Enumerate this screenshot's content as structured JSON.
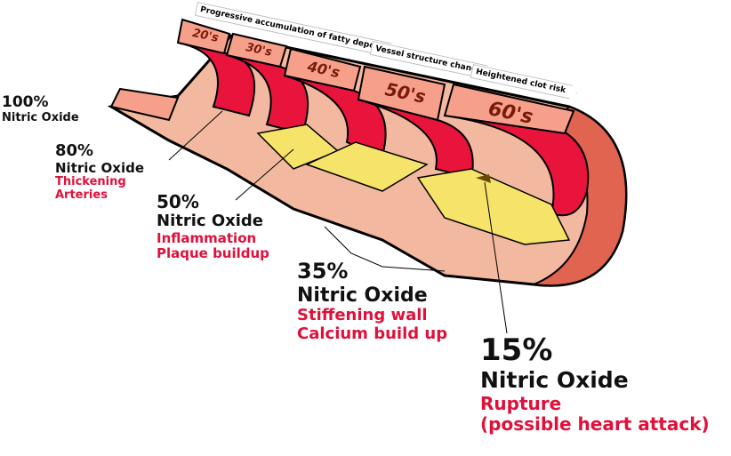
{
  "ribbons": [
    "Progressive accumulation of fatty deposits",
    "Vessel structure change",
    "Heightened clot risk"
  ],
  "ages": [
    "20's",
    "30's",
    "40's",
    "50's",
    "60's"
  ],
  "stages": [
    {
      "pct": "100%",
      "label": "Nitric Oxide",
      "effects": []
    },
    {
      "pct": "80%",
      "label": "Nitric Oxide",
      "effects": [
        "Thickening",
        "Arteries"
      ]
    },
    {
      "pct": "50%",
      "label": "Nitric Oxide",
      "effects": [
        "Inflammation",
        "Plaque buildup"
      ]
    },
    {
      "pct": "35%",
      "label": "Nitric Oxide",
      "effects": [
        "Stiffening wall",
        "Calcium build up"
      ]
    },
    {
      "pct": "15%",
      "label": "Nitric Oxide",
      "effects": [
        "Rupture",
        "(possible heart attack)"
      ]
    }
  ],
  "colors": {
    "wall": "#f08a78",
    "lumen": "#e8143c",
    "plaque": "#f5e36a",
    "outer": "#f2c0a8"
  }
}
